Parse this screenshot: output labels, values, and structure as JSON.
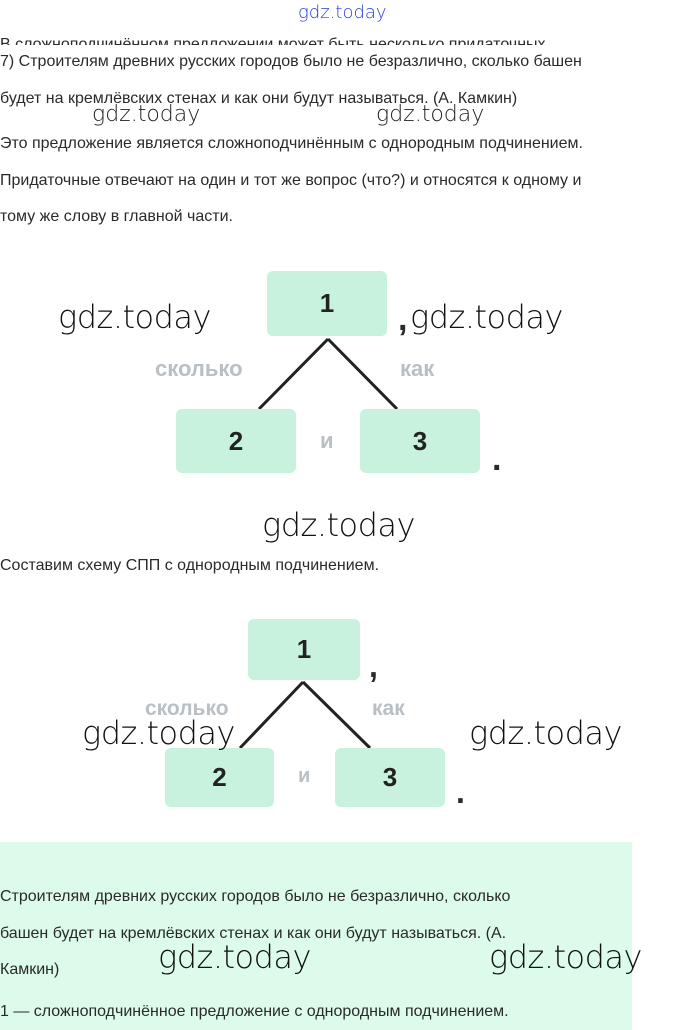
{
  "watermark": "gdz.today",
  "top_cut_text": "В сложноподчинённом предложении может быть несколько придаточных",
  "sentence_lines": [
    "7) Строителям древних русских городов было не безразлично, сколько башен",
    "будет на кремлёвских стенах и как они будут называться. (А. Камкин)"
  ],
  "explanation_lines": [
    "Это предложение является сложноподчинённым с однородным подчинением.",
    "Придаточные отвечают на один и тот же вопрос (что?) и относятся к одному и",
    "тому же слову в главной части."
  ],
  "diagram": {
    "main": "1",
    "sub1": "2",
    "sub2": "3",
    "conj1": "сколько",
    "conj2": "как",
    "and": "и",
    "comma": ",",
    "dot": "."
  },
  "scheme_caption": "Составим схему СПП с однородным подчинением.",
  "answer_lines": [
    "Строителям древних русских городов было не безразлично, сколько",
    "башен будет на кремлёвских стенах и как они будут называться. (А.",
    "Камкин)",
    "1 — сложноподчинённое предложение с однородным подчинением."
  ],
  "colors": {
    "box": "#c8f2dd",
    "panel": "#dcfbea",
    "label": "#b8bfc5",
    "watermark_top": "#2a3bd6"
  }
}
